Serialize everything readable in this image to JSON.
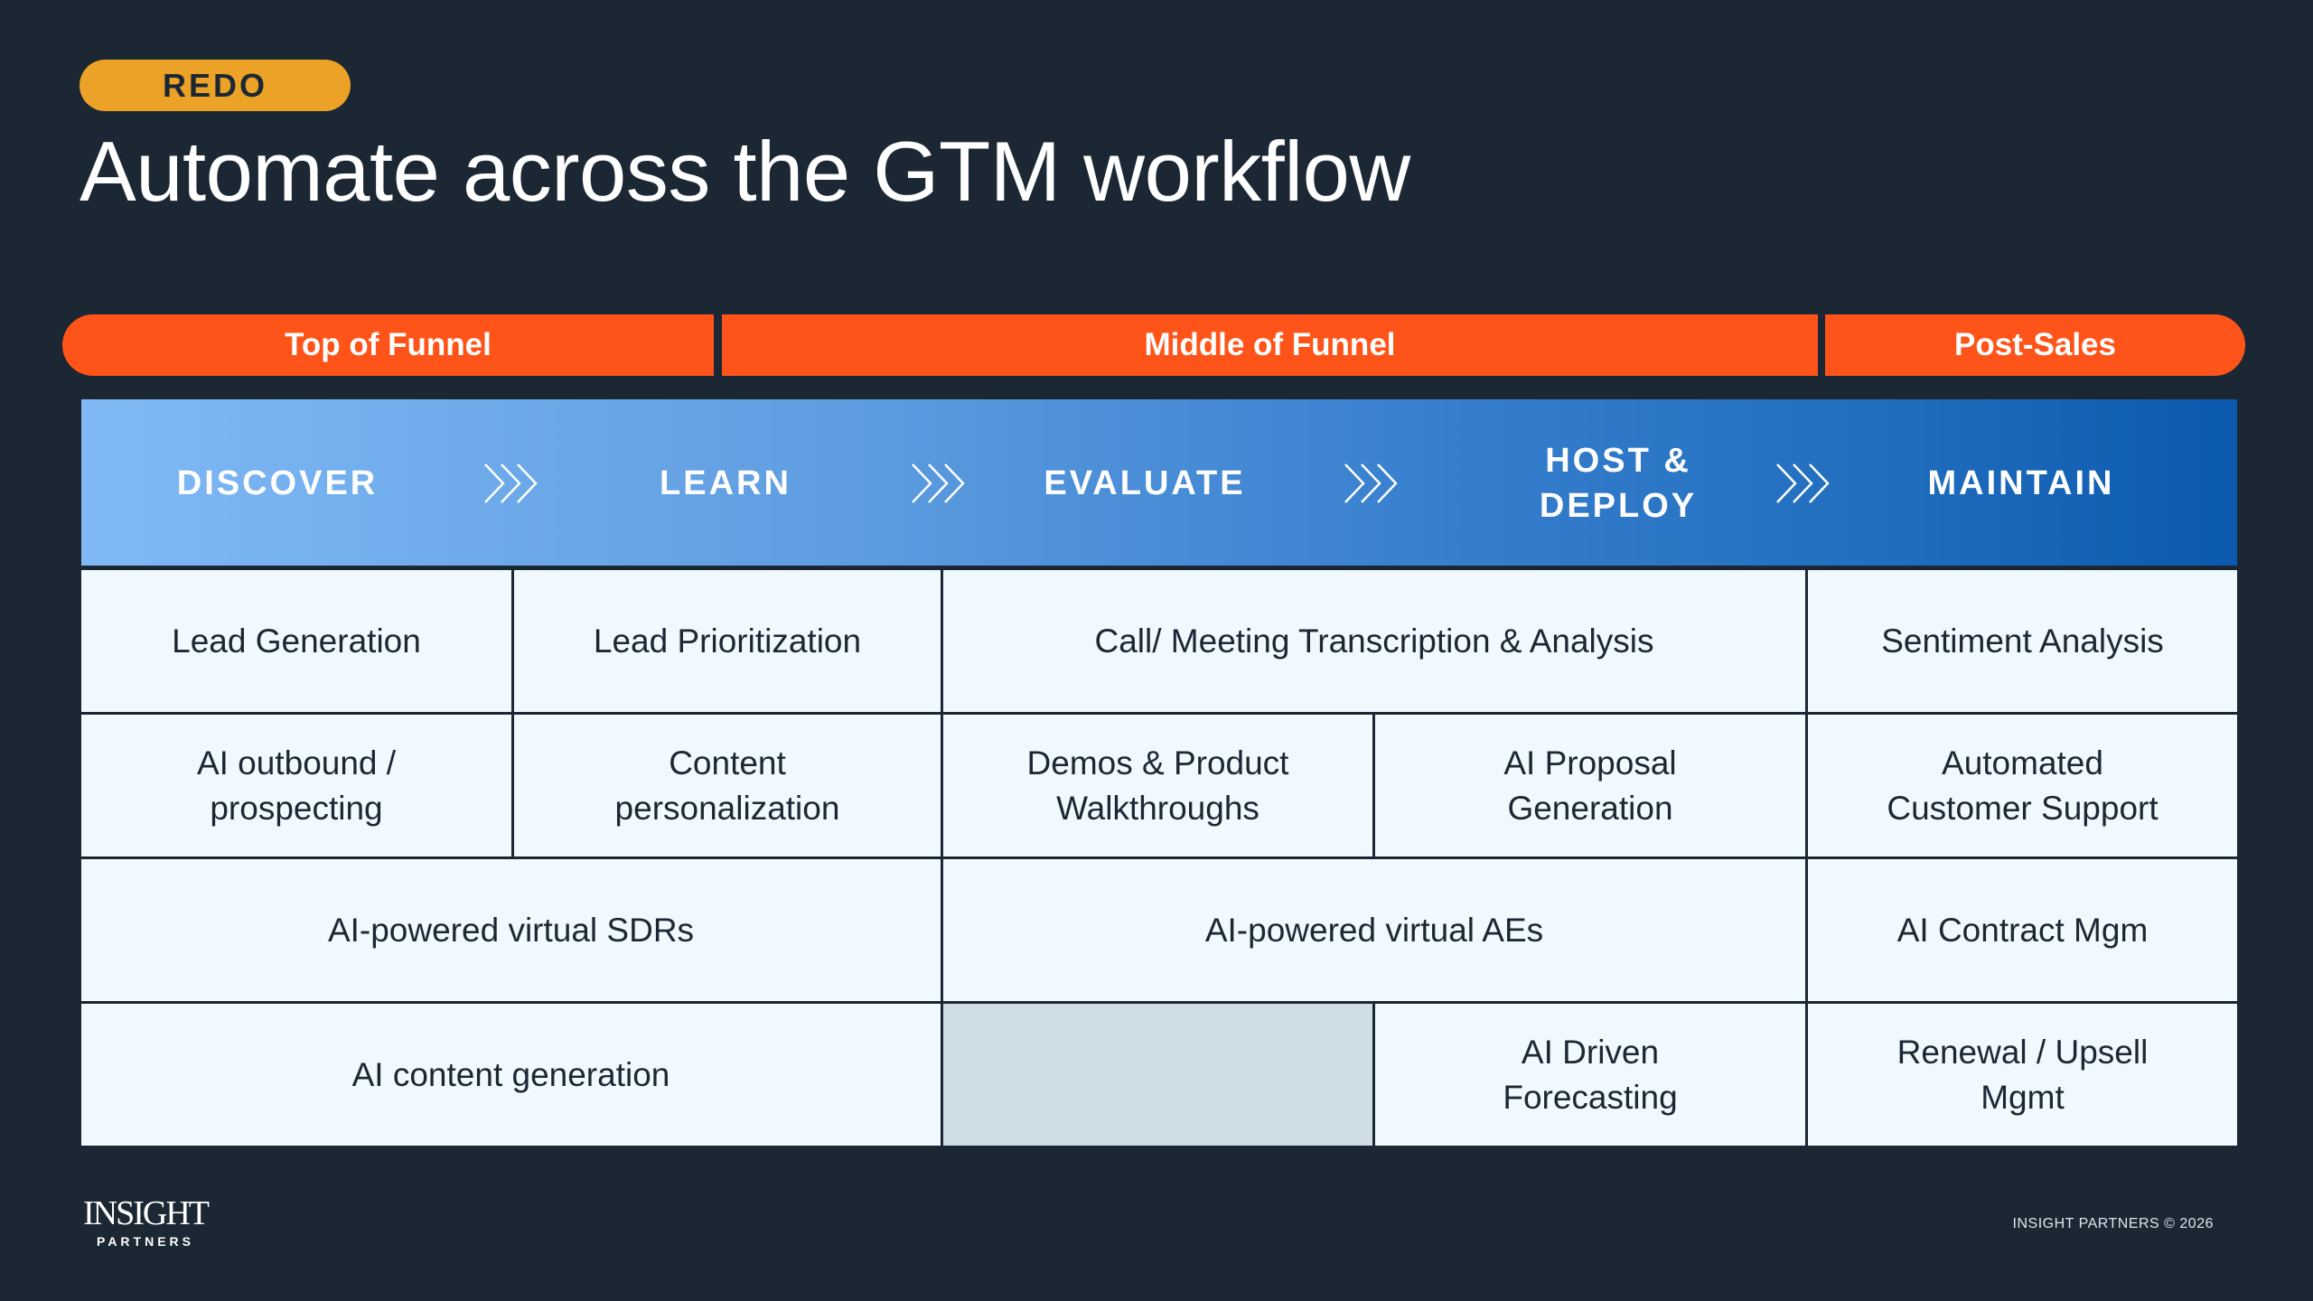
{
  "badge": {
    "label": "REDO",
    "color": "#eba226"
  },
  "title": "Automate across the GTM workflow",
  "funnel_stages": [
    {
      "label": "Top of Funnel"
    },
    {
      "label": "Middle of Funnel"
    },
    {
      "label": "Post-Sales"
    }
  ],
  "funnel_color": "#ff5419",
  "stages": [
    {
      "label": "DISCOVER"
    },
    {
      "label": "LEARN"
    },
    {
      "label": "EVALUATE"
    },
    {
      "label": "HOST &\nDEPLOY"
    },
    {
      "label": "MAINTAIN"
    }
  ],
  "chevron_icon": "triple-chevron-right-icon",
  "grid": {
    "rows": [
      [
        {
          "text": "Lead Generation",
          "span": [
            0,
            1
          ]
        },
        {
          "text": "Lead Prioritization",
          "span": [
            1,
            2
          ]
        },
        {
          "text": "Call/ Meeting Transcription & Analysis",
          "span": [
            2,
            4
          ]
        },
        {
          "text": "Sentiment Analysis",
          "span": [
            4,
            5
          ]
        }
      ],
      [
        {
          "text": "AI outbound /\nprospecting",
          "span": [
            0,
            1
          ]
        },
        {
          "text": "Content\npersonalization",
          "span": [
            1,
            2
          ]
        },
        {
          "text": "Demos & Product\nWalkthroughs",
          "span": [
            2,
            3
          ]
        },
        {
          "text": "AI Proposal\nGeneration",
          "span": [
            3,
            4
          ]
        },
        {
          "text": "Automated\nCustomer Support",
          "span": [
            4,
            5
          ]
        }
      ],
      [
        {
          "text": "AI-powered virtual SDRs",
          "span": [
            0,
            2
          ]
        },
        {
          "text": "AI-powered virtual AEs",
          "span": [
            2,
            4
          ]
        },
        {
          "text": "AI Contract Mgm",
          "span": [
            4,
            5
          ]
        }
      ],
      [
        {
          "text": "AI content generation",
          "span": [
            0,
            2
          ]
        },
        {
          "text": "",
          "span": [
            2,
            3
          ],
          "empty": true
        },
        {
          "text": "AI Driven\nForecasting",
          "span": [
            3,
            4
          ]
        },
        {
          "text": "Renewal / Upsell\nMgmt",
          "span": [
            4,
            5
          ]
        }
      ]
    ]
  },
  "footer": {
    "logo_main": "INSIGHT",
    "logo_sub": "PARTNERS",
    "copyright": "INSIGHT PARTNERS © 2026"
  }
}
